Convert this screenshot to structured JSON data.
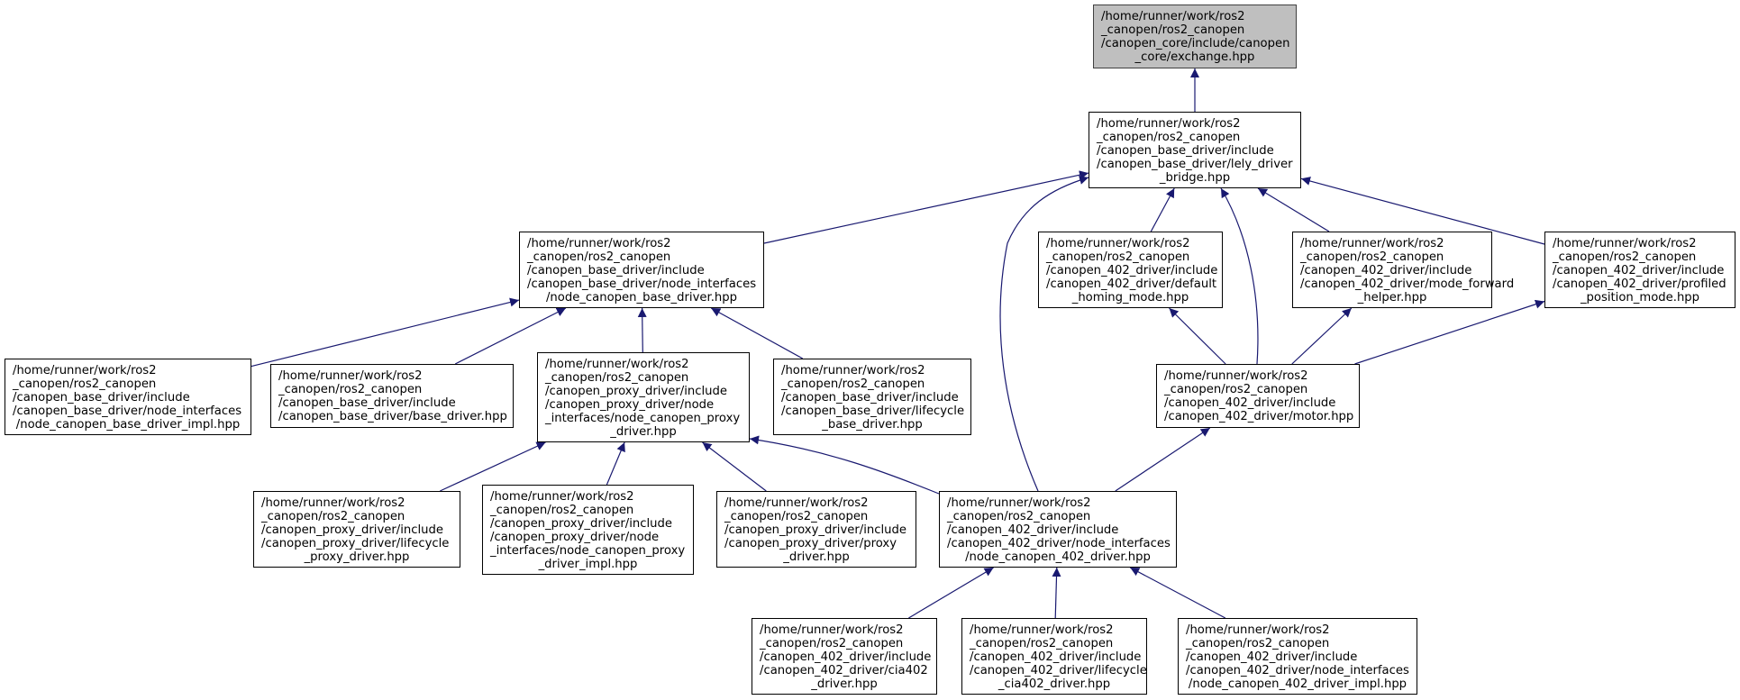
{
  "colors": {
    "edge": "#191970",
    "root_fill": "#bfbfbf",
    "node_fill": "#ffffff",
    "border": "#000000"
  },
  "nodes": [
    {
      "id": "exchange",
      "root": true,
      "lines": [
        "/home/runner/work/ros2",
        "_canopen/ros2_canopen",
        "/canopen_core/include/canopen",
        "_core/exchange.hpp"
      ]
    },
    {
      "id": "lely_bridge",
      "lines": [
        "/home/runner/work/ros2",
        "_canopen/ros2_canopen",
        "/canopen_base_driver/include",
        "/canopen_base_driver/lely_driver",
        "_bridge.hpp"
      ]
    },
    {
      "id": "node_base_driver",
      "lines": [
        "/home/runner/work/ros2",
        "_canopen/ros2_canopen",
        "/canopen_base_driver/include",
        "/canopen_base_driver/node_interfaces",
        "/node_canopen_base_driver.hpp"
      ]
    },
    {
      "id": "default_homing",
      "lines": [
        "/home/runner/work/ros2",
        "_canopen/ros2_canopen",
        "/canopen_402_driver/include",
        "/canopen_402_driver/default",
        "_homing_mode.hpp"
      ]
    },
    {
      "id": "mode_forward",
      "lines": [
        "/home/runner/work/ros2",
        "_canopen/ros2_canopen",
        "/canopen_402_driver/include",
        "/canopen_402_driver/mode_forward",
        "_helper.hpp"
      ]
    },
    {
      "id": "profiled_position",
      "lines": [
        "/home/runner/work/ros2",
        "_canopen/ros2_canopen",
        "/canopen_402_driver/include",
        "/canopen_402_driver/profiled",
        "_position_mode.hpp"
      ]
    },
    {
      "id": "node_base_impl",
      "lines": [
        "/home/runner/work/ros2",
        "_canopen/ros2_canopen",
        "/canopen_base_driver/include",
        "/canopen_base_driver/node_interfaces",
        "/node_canopen_base_driver_impl.hpp"
      ]
    },
    {
      "id": "base_driver",
      "lines": [
        "/home/runner/work/ros2",
        "_canopen/ros2_canopen",
        "/canopen_base_driver/include",
        "/canopen_base_driver/base_driver.hpp"
      ]
    },
    {
      "id": "node_proxy_driver",
      "lines": [
        "/home/runner/work/ros2",
        "_canopen/ros2_canopen",
        "/canopen_proxy_driver/include",
        "/canopen_proxy_driver/node",
        "_interfaces/node_canopen_proxy",
        "_driver.hpp"
      ]
    },
    {
      "id": "lifecycle_base",
      "lines": [
        "/home/runner/work/ros2",
        "_canopen/ros2_canopen",
        "/canopen_base_driver/include",
        "/canopen_base_driver/lifecycle",
        "_base_driver.hpp"
      ]
    },
    {
      "id": "motor",
      "lines": [
        "/home/runner/work/ros2",
        "_canopen/ros2_canopen",
        "/canopen_402_driver/include",
        "/canopen_402_driver/motor.hpp"
      ]
    },
    {
      "id": "lifecycle_proxy",
      "lines": [
        "/home/runner/work/ros2",
        "_canopen/ros2_canopen",
        "/canopen_proxy_driver/include",
        "/canopen_proxy_driver/lifecycle",
        "_proxy_driver.hpp"
      ]
    },
    {
      "id": "node_proxy_impl",
      "lines": [
        "/home/runner/work/ros2",
        "_canopen/ros2_canopen",
        "/canopen_proxy_driver/include",
        "/canopen_proxy_driver/node",
        "_interfaces/node_canopen_proxy",
        "_driver_impl.hpp"
      ]
    },
    {
      "id": "proxy_driver",
      "lines": [
        "/home/runner/work/ros2",
        "_canopen/ros2_canopen",
        "/canopen_proxy_driver/include",
        "/canopen_proxy_driver/proxy",
        "_driver.hpp"
      ]
    },
    {
      "id": "node_402_driver",
      "lines": [
        "/home/runner/work/ros2",
        "_canopen/ros2_canopen",
        "/canopen_402_driver/include",
        "/canopen_402_driver/node_interfaces",
        "/node_canopen_402_driver.hpp"
      ]
    },
    {
      "id": "cia402_driver",
      "lines": [
        "/home/runner/work/ros2",
        "_canopen/ros2_canopen",
        "/canopen_402_driver/include",
        "/canopen_402_driver/cia402",
        "_driver.hpp"
      ]
    },
    {
      "id": "lifecycle_cia402",
      "lines": [
        "/home/runner/work/ros2",
        "_canopen/ros2_canopen",
        "/canopen_402_driver/include",
        "/canopen_402_driver/lifecycle",
        "_cia402_driver.hpp"
      ]
    },
    {
      "id": "node_402_impl",
      "lines": [
        "/home/runner/work/ros2",
        "_canopen/ros2_canopen",
        "/canopen_402_driver/include",
        "/canopen_402_driver/node_interfaces",
        "/node_canopen_402_driver_impl.hpp"
      ]
    }
  ],
  "edges": [
    {
      "from": "lely_bridge",
      "to": "exchange"
    },
    {
      "from": "node_base_driver",
      "to": "lely_bridge"
    },
    {
      "from": "node_402_driver",
      "to": "lely_bridge"
    },
    {
      "from": "default_homing",
      "to": "lely_bridge"
    },
    {
      "from": "motor",
      "to": "lely_bridge"
    },
    {
      "from": "mode_forward",
      "to": "lely_bridge"
    },
    {
      "from": "profiled_position",
      "to": "lely_bridge"
    },
    {
      "from": "node_base_impl",
      "to": "node_base_driver"
    },
    {
      "from": "base_driver",
      "to": "node_base_driver"
    },
    {
      "from": "node_proxy_driver",
      "to": "node_base_driver"
    },
    {
      "from": "lifecycle_base",
      "to": "node_base_driver"
    },
    {
      "from": "motor",
      "to": "default_homing"
    },
    {
      "from": "motor",
      "to": "mode_forward"
    },
    {
      "from": "motor",
      "to": "profiled_position"
    },
    {
      "from": "lifecycle_proxy",
      "to": "node_proxy_driver"
    },
    {
      "from": "node_proxy_impl",
      "to": "node_proxy_driver"
    },
    {
      "from": "proxy_driver",
      "to": "node_proxy_driver"
    },
    {
      "from": "node_402_driver",
      "to": "node_proxy_driver"
    },
    {
      "from": "node_402_driver",
      "to": "motor"
    },
    {
      "from": "cia402_driver",
      "to": "node_402_driver"
    },
    {
      "from": "lifecycle_cia402",
      "to": "node_402_driver"
    },
    {
      "from": "node_402_impl",
      "to": "node_402_driver"
    }
  ]
}
